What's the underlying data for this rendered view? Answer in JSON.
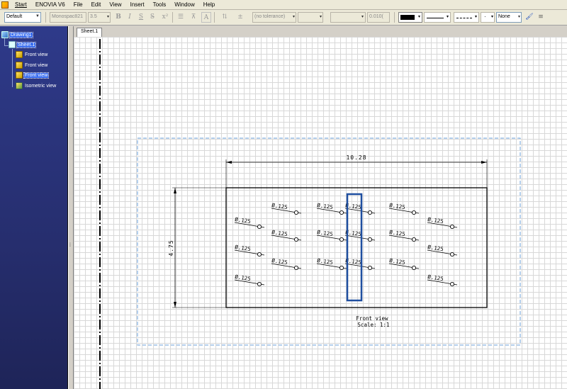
{
  "menu": {
    "items": [
      {
        "label": "Start",
        "hotkey": "S"
      },
      {
        "label": "ENOVIA V6",
        "hotkey": "E"
      },
      {
        "label": "File",
        "hotkey": "F"
      },
      {
        "label": "Edit",
        "hotkey": "E"
      },
      {
        "label": "View",
        "hotkey": "V"
      },
      {
        "label": "Insert",
        "hotkey": "I"
      },
      {
        "label": "Tools",
        "hotkey": "T"
      },
      {
        "label": "Window",
        "hotkey": "W"
      },
      {
        "label": "Help",
        "hotkey": "H"
      }
    ]
  },
  "toolbar": {
    "style_value": "Default",
    "font_value": "Monospac821",
    "font_size_value": "3.5",
    "bold": "B",
    "italic": "I",
    "underline": "S",
    "tolerance_value": "(no tolerance)",
    "precision_value": "0.010(",
    "line_type_value": "None"
  },
  "tree": {
    "root": "Drawing1",
    "sheet": "Sheet.1",
    "views": [
      "Front view",
      "Front view",
      "Front view",
      "Isometric view"
    ],
    "selected_view_index": 2
  },
  "tab": {
    "label": "Sheet.1"
  },
  "drawing": {
    "width_dim": "10.28",
    "height_dim": "4.75",
    "hole_callout": "Ø.125",
    "view_name": "Front view",
    "view_scale": "Scale:  1:1",
    "frame_color": "#6a9fd8",
    "highlight_color": "#1f4fa0"
  }
}
